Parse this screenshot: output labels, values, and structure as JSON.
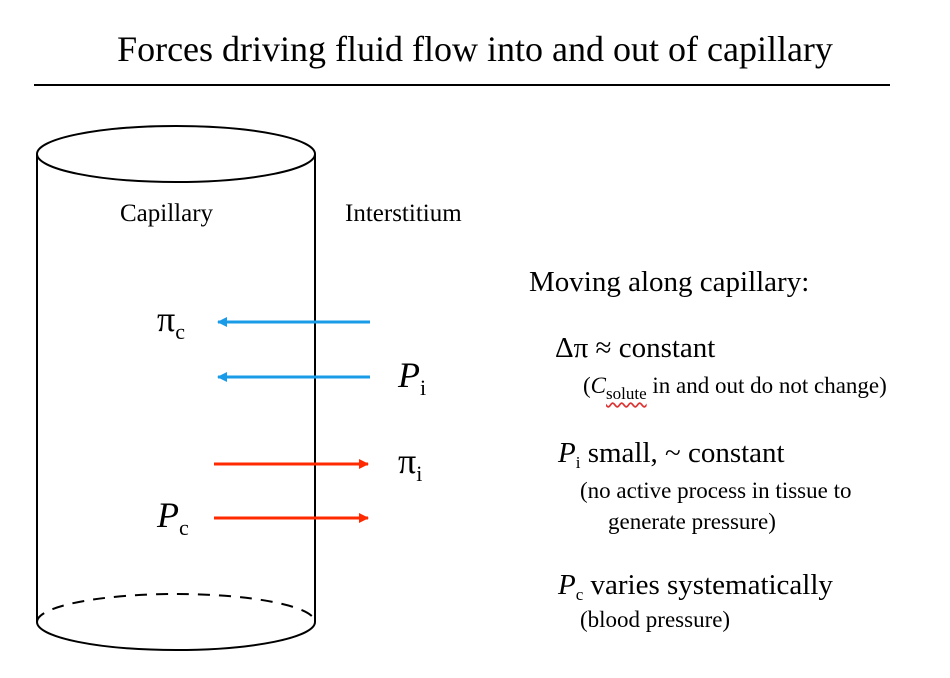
{
  "title": "Forces driving fluid flow into and out of capillary",
  "colors": {
    "blue_arrow": "#1a9be8",
    "red_arrow": "#ff2a00",
    "ink": "#000000"
  },
  "diagram": {
    "capillary_label": "Capillary",
    "interstitium_label": "Interstitium",
    "pi_c": {
      "symbol": "π",
      "sub": "c"
    },
    "p_i": {
      "symbol": "P",
      "sub": "i"
    },
    "pi_i": {
      "symbol": "π",
      "sub": "i"
    },
    "p_c": {
      "symbol": "P",
      "sub": "c"
    }
  },
  "notes": {
    "heading": "Moving along capillary:",
    "delta_pi": {
      "prefix": "Δπ ≈ constant",
      "paren_open": "(",
      "c": "C",
      "c_sub": "solute",
      "paren_rest": " in and out do not change)"
    },
    "pi_small": {
      "p": "P",
      "sub": "i",
      "text": " small, ~ constant",
      "line1": "(no active process in tissue to",
      "line2": "generate pressure)"
    },
    "pc_varies": {
      "p": "P",
      "sub": "c",
      "text": " varies systematically",
      "line1": "(blood pressure)"
    }
  }
}
